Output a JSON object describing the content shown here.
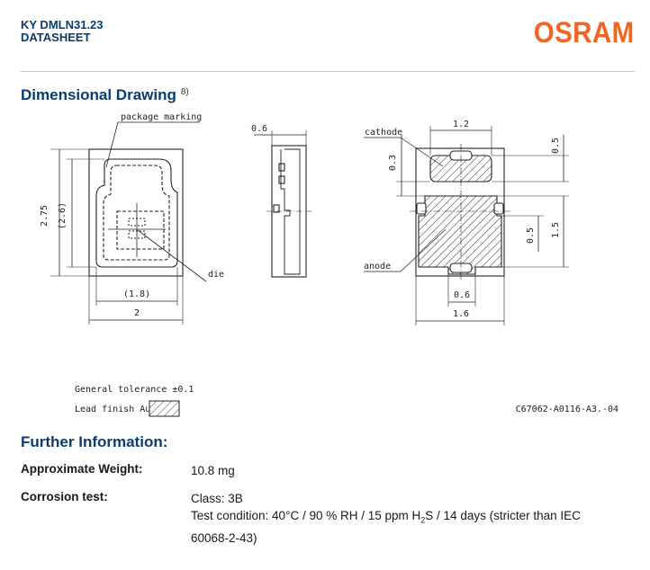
{
  "header": {
    "product": "KY DMLN31.23",
    "doc_type": "DATASHEET",
    "brand": "OSRAM"
  },
  "sections": {
    "drawing_title": "Dimensional Drawing",
    "drawing_footnote": "8)",
    "further_title": "Further Information:"
  },
  "drawing": {
    "labels": {
      "package_marking": "package marking",
      "die": "die",
      "cathode": "cathode",
      "anode": "anode",
      "dim_275": "2.75",
      "dim_26": "(2.6)",
      "dim_18": "(1.8)",
      "dim_2": "2",
      "dim_06_side": "0.6",
      "dim_12": "1.2",
      "dim_05_top": "0.5",
      "dim_03": "0.3",
      "dim_05_mid": "0.5",
      "dim_15": "1.5",
      "dim_06_bot": "0.6",
      "dim_16": "1.6"
    },
    "tolerance": "General tolerance ±0.1",
    "lead_finish": "Lead finish Au",
    "drawing_number": "C67062-A0116-A3.-04"
  },
  "info": [
    {
      "label": "Approximate Weight:",
      "lines": [
        "10.8 mg"
      ]
    },
    {
      "label": "Corrosion test:",
      "lines": [
        "Class: 3B",
        "Test condition: 40°C / 90 % RH / 15 ppm H",
        "2",
        "S / 14 days (stricter than IEC",
        "60068-2-43)"
      ]
    }
  ]
}
